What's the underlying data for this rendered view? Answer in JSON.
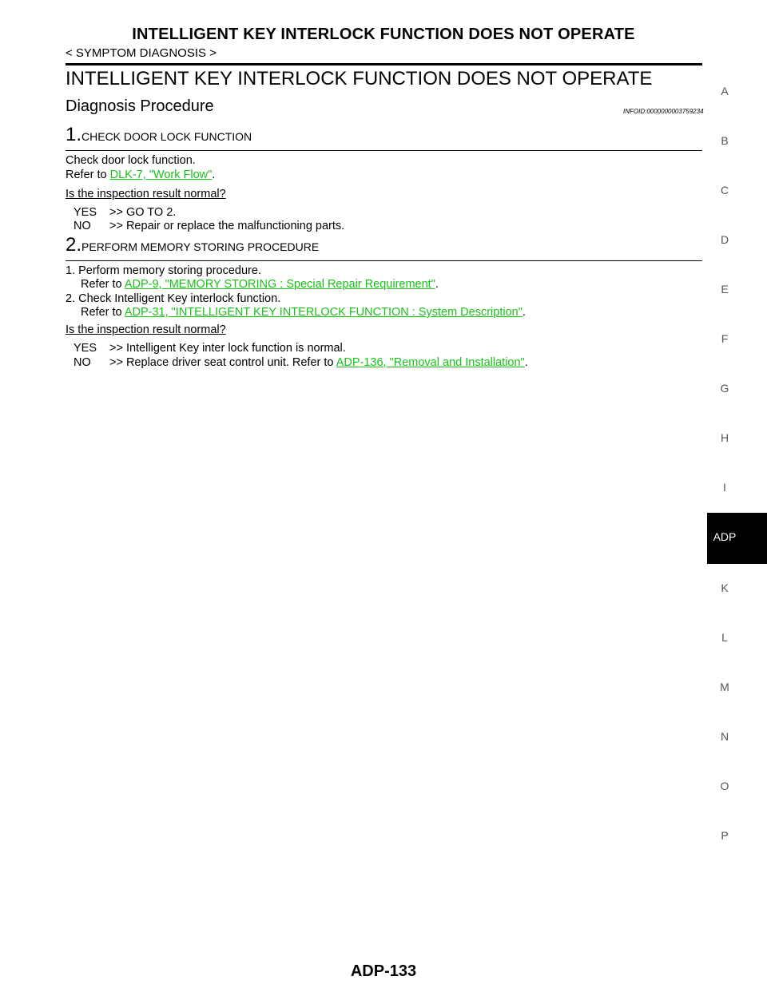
{
  "header": {
    "title": "INTELLIGENT KEY INTERLOCK FUNCTION DOES NOT OPERATE",
    "breadcrumb": "< SYMPTOM DIAGNOSIS >"
  },
  "main": {
    "title": "INTELLIGENT KEY INTERLOCK FUNCTION DOES NOT OPERATE",
    "section_heading": "Diagnosis Procedure",
    "infoid": "INFOID:0000000003759234",
    "steps": [
      {
        "number": "1.",
        "heading": "CHECK DOOR LOCK FUNCTION",
        "line1": "Check door lock function.",
        "refer_prefix": "Refer to ",
        "link": "DLK-7, \"Work Flow\"",
        "period": ".",
        "question": "Is the inspection result normal?",
        "yes_label": "YES",
        "yes_text": ">> GO TO 2.",
        "no_label": "NO",
        "no_text": ">> Repair or replace the malfunctioning parts."
      },
      {
        "number": "2.",
        "heading": "PERFORM MEMORY STORING PROCEDURE",
        "item1": "1. Perform memory storing procedure.",
        "item1_refer_prefix": "Refer to ",
        "item1_link": "ADP-9, \"MEMORY STORING : Special Repair Requirement\"",
        "item1_period": ".",
        "item2": "2. Check Intelligent Key interlock function.",
        "item2_refer_prefix": "Refer to ",
        "item2_link": "ADP-31, \"INTELLIGENT KEY INTERLOCK FUNCTION : System Description\"",
        "item2_period": ".",
        "question": "Is the inspection result normal?",
        "yes_label": "YES",
        "yes_text": ">> Intelligent Key inter lock function is normal.",
        "no_label": "NO",
        "no_text_prefix": ">> Replace driver seat control unit. Refer to ",
        "no_link": "ADP-136, \"Removal and Installation\"",
        "no_period": "."
      }
    ]
  },
  "side_index": {
    "letters": [
      "A",
      "B",
      "C",
      "D",
      "E",
      "F",
      "G",
      "H",
      "I",
      "ADP",
      "K",
      "L",
      "M",
      "N",
      "O",
      "P"
    ],
    "active": "ADP"
  },
  "footer": {
    "page_number": "ADP-133"
  },
  "colors": {
    "link": "#19c219",
    "active_tab_bg": "#000000"
  }
}
